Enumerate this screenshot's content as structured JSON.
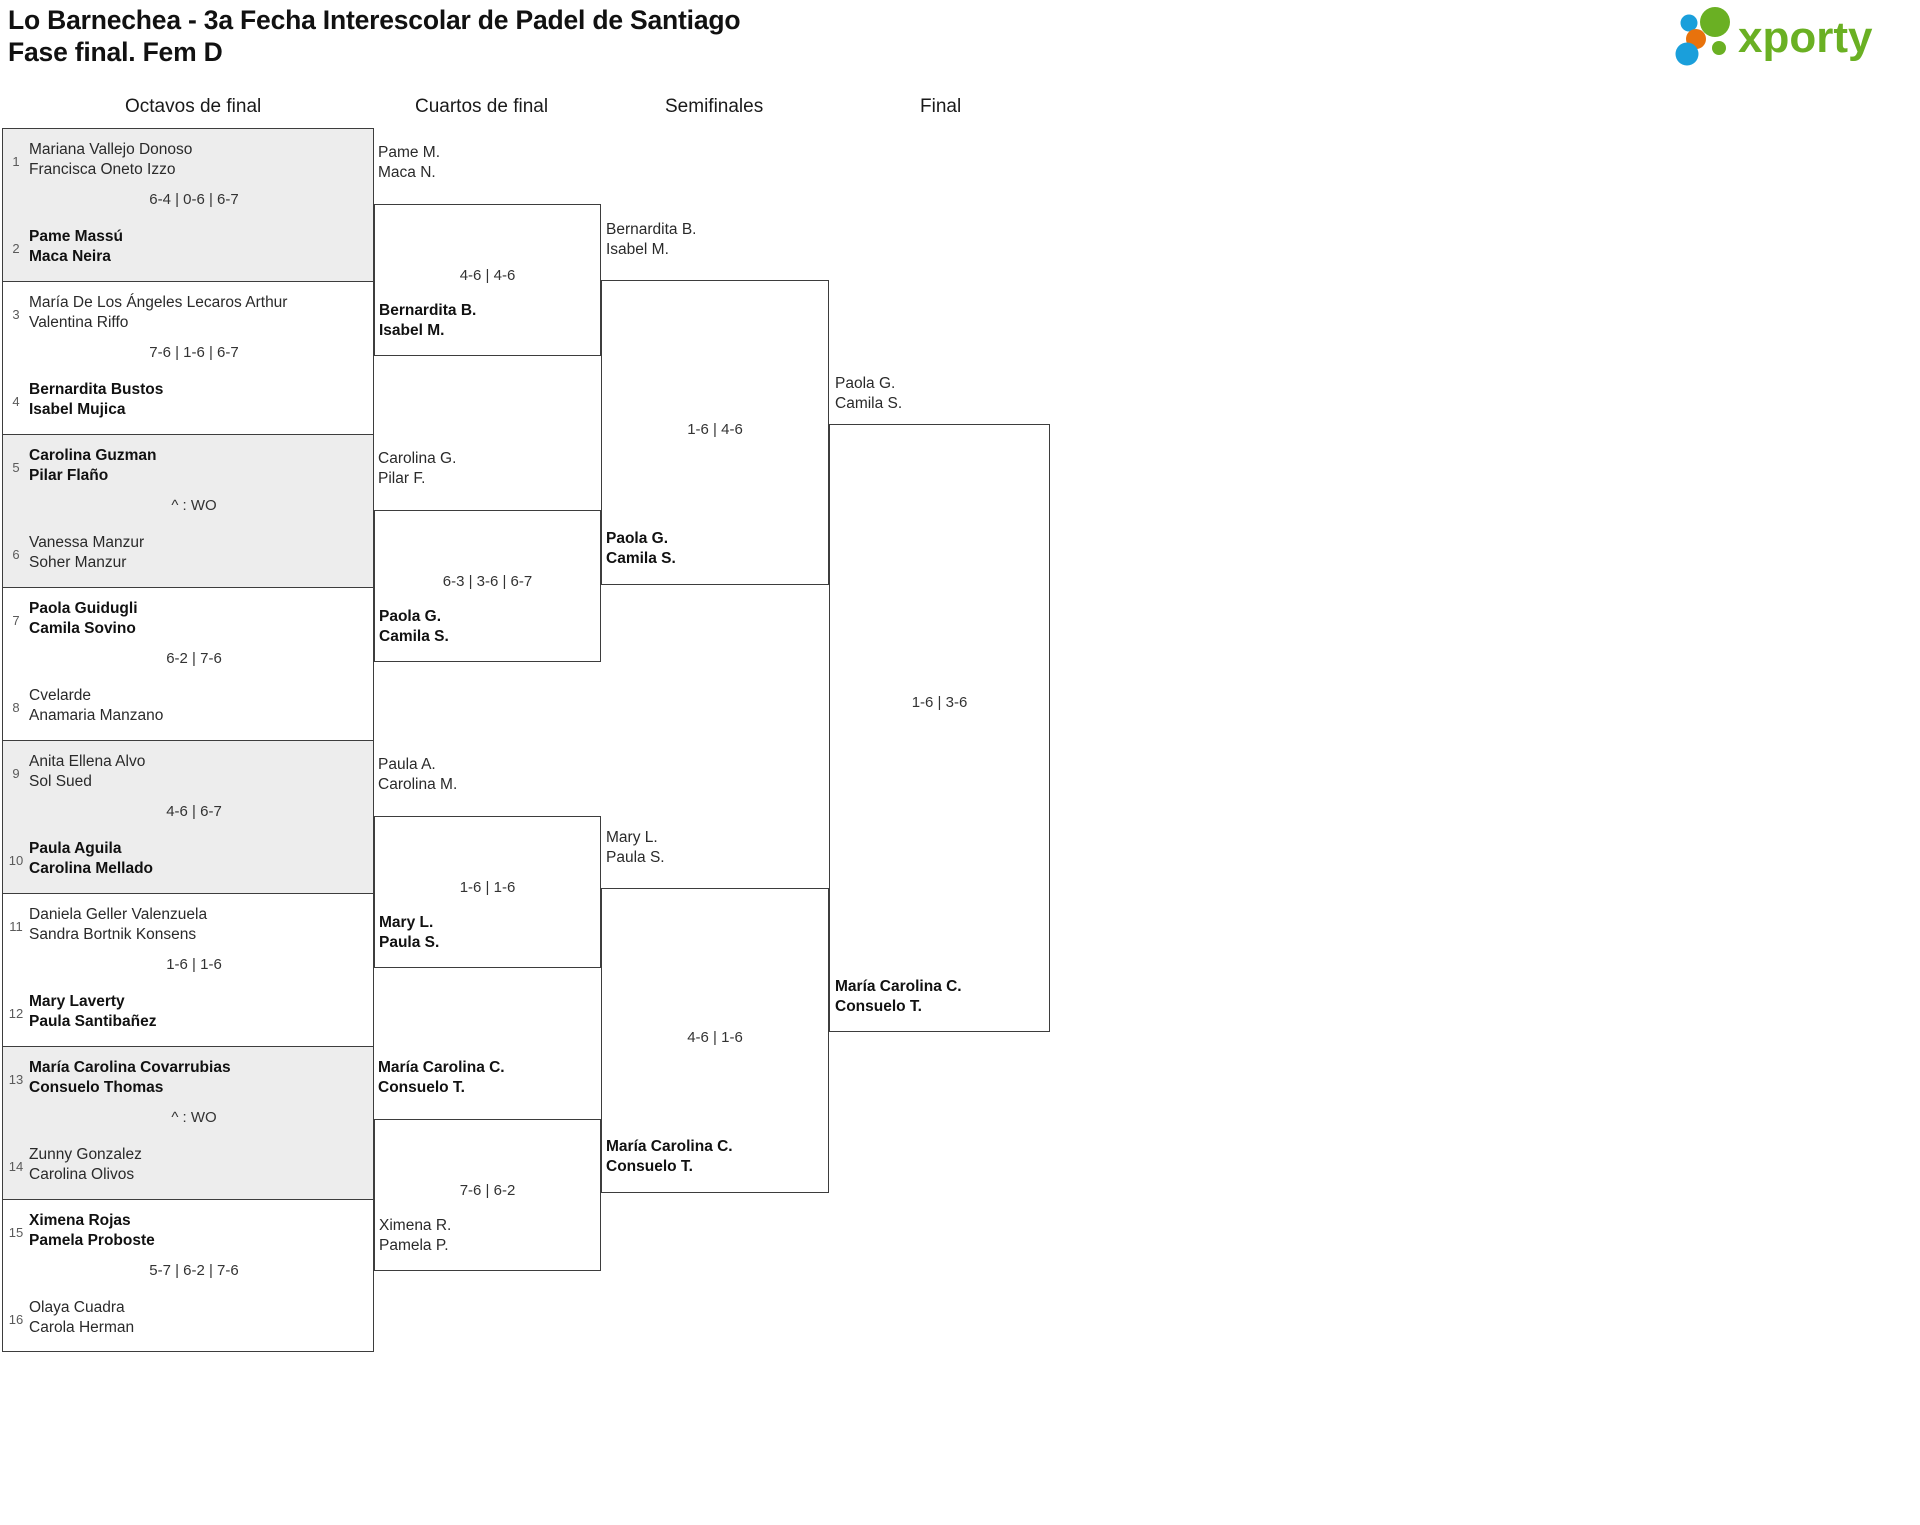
{
  "header": {
    "title_line1": "Lo Barnechea - 3a Fecha Interescolar de Padel de Santiago",
    "title_line2": "Fase final. Fem D",
    "logo_text": "xporty",
    "logo_colors": {
      "green": "#6ab023",
      "blue": "#1a9fdb",
      "orange": "#e8720c"
    }
  },
  "rounds": [
    {
      "label": "Octavos de final"
    },
    {
      "label": "Cuartos de final"
    },
    {
      "label": "Semifinales"
    },
    {
      "label": "Final"
    }
  ],
  "round1": [
    {
      "score": "6-4 | 0-6 | 6-7",
      "top": {
        "seed": "1",
        "p1": "Mariana Vallejo Donoso",
        "p2": "Francisca Oneto Izzo",
        "winner": false
      },
      "bottom": {
        "seed": "2",
        "p1": "Pame Massú",
        "p2": "Maca Neira",
        "winner": true
      }
    },
    {
      "score": "7-6 | 1-6 | 6-7",
      "top": {
        "seed": "3",
        "p1": "María De Los Ángeles Lecaros Arthur",
        "p2": "Valentina Riffo",
        "winner": false
      },
      "bottom": {
        "seed": "4",
        "p1": "Bernardita Bustos",
        "p2": "Isabel Mujica",
        "winner": true
      }
    },
    {
      "score": "^ : WO",
      "top": {
        "seed": "5",
        "p1": "Carolina Guzman",
        "p2": "Pilar Flaño",
        "winner": true
      },
      "bottom": {
        "seed": "6",
        "p1": "Vanessa Manzur",
        "p2": "Soher Manzur",
        "winner": false
      }
    },
    {
      "score": "6-2 | 7-6",
      "top": {
        "seed": "7",
        "p1": "Paola Guidugli",
        "p2": "Camila Sovino",
        "winner": true
      },
      "bottom": {
        "seed": "8",
        "p1": "Cvelarde",
        "p2": "Anamaria Manzano",
        "winner": false
      }
    },
    {
      "score": "4-6 | 6-7",
      "top": {
        "seed": "9",
        "p1": "Anita Ellena Alvo",
        "p2": "Sol Sued",
        "winner": false
      },
      "bottom": {
        "seed": "10",
        "p1": "Paula Aguila",
        "p2": "Carolina Mellado",
        "winner": true
      }
    },
    {
      "score": "1-6 | 1-6",
      "top": {
        "seed": "11",
        "p1": "Daniela Geller Valenzuela",
        "p2": "Sandra Bortnik Konsens",
        "winner": false
      },
      "bottom": {
        "seed": "12",
        "p1": "Mary Laverty",
        "p2": "Paula Santibañez",
        "winner": true
      }
    },
    {
      "score": "^ : WO",
      "top": {
        "seed": "13",
        "p1": "María Carolina Covarrubias",
        "p2": "Consuelo Thomas",
        "winner": true
      },
      "bottom": {
        "seed": "14",
        "p1": "Zunny Gonzalez",
        "p2": "Carolina Olivos",
        "winner": false
      }
    },
    {
      "score": "5-7 | 6-2 | 7-6",
      "top": {
        "seed": "15",
        "p1": "Ximena Rojas",
        "p2": "Pamela Proboste",
        "winner": true
      },
      "bottom": {
        "seed": "16",
        "p1": "Olaya Cuadra",
        "p2": "Carola Herman",
        "winner": false
      }
    }
  ],
  "quarterfinals": [
    {
      "score": "4-6 | 4-6",
      "top": {
        "p1": "Pame M.",
        "p2": "Maca N.",
        "winner": false
      },
      "bottom": {
        "p1": "Bernardita B.",
        "p2": "Isabel M.",
        "winner": true
      }
    },
    {
      "score": "6-3 | 3-6 | 6-7",
      "top": {
        "p1": "Carolina G.",
        "p2": "Pilar F.",
        "winner": false
      },
      "bottom": {
        "p1": "Paola G.",
        "p2": "Camila S.",
        "winner": true
      }
    },
    {
      "score": "1-6 | 1-6",
      "top": {
        "p1": "Paula A.",
        "p2": "Carolina M.",
        "winner": false
      },
      "bottom": {
        "p1": "Mary L.",
        "p2": "Paula S.",
        "winner": true
      }
    },
    {
      "score": "7-6 | 6-2",
      "top": {
        "p1": "María Carolina C.",
        "p2": "Consuelo T.",
        "winner": true
      },
      "bottom": {
        "p1": "Ximena R.",
        "p2": "Pamela P.",
        "winner": false
      }
    }
  ],
  "semifinals": [
    {
      "score": "1-6 | 4-6",
      "top": {
        "p1": "Bernardita B.",
        "p2": "Isabel M.",
        "winner": false
      },
      "bottom": {
        "p1": "Paola G.",
        "p2": "Camila S.",
        "winner": true
      }
    },
    {
      "score": "4-6 | 1-6",
      "top": {
        "p1": "Mary L.",
        "p2": "Paula S.",
        "winner": false
      },
      "bottom": {
        "p1": "María Carolina C.",
        "p2": "Consuelo T.",
        "winner": true
      }
    }
  ],
  "final": {
    "score": "1-6 | 3-6",
    "top": {
      "p1": "Paola G.",
      "p2": "Camila S.",
      "winner": false
    },
    "bottom": {
      "p1": "María Carolina C.",
      "p2": "Consuelo T.",
      "winner": true
    }
  }
}
